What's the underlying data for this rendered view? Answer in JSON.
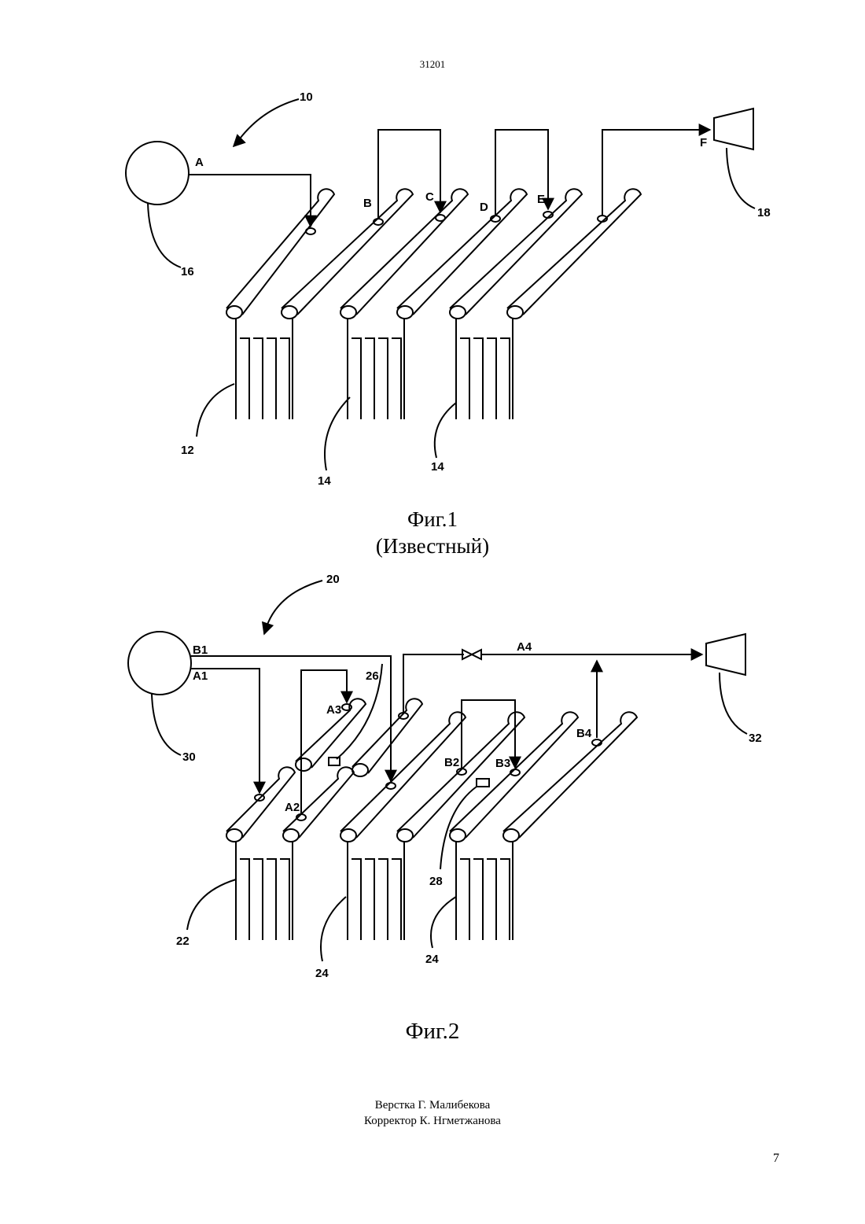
{
  "header": {
    "doc_number": "31201"
  },
  "figure1": {
    "caption": "Фиг.1",
    "subcaption": "(Известный)",
    "refs": {
      "system": "10",
      "source": "16",
      "row1": "12",
      "row2": "14",
      "row3": "14",
      "turbine": "18"
    },
    "points": {
      "a": "A",
      "b": "B",
      "c": "C",
      "d": "D",
      "e": "E",
      "f": "F"
    }
  },
  "figure2": {
    "caption": "Фиг.2",
    "refs": {
      "system": "20",
      "source": "30",
      "row1": "22",
      "row2": "24",
      "row3": "24",
      "turbine": "32",
      "separator1": "26",
      "separator2": "28"
    },
    "points": {
      "b1": "B1",
      "a1": "A1",
      "a2": "A2",
      "a3": "A3",
      "a4": "A4",
      "b2": "B2",
      "b3": "B3",
      "b4": "B4"
    }
  },
  "footer": {
    "layout_by": "Верстка Г. Малибекова",
    "proofreader": "Корректор К. Нгметжанова",
    "page_number": "7"
  }
}
